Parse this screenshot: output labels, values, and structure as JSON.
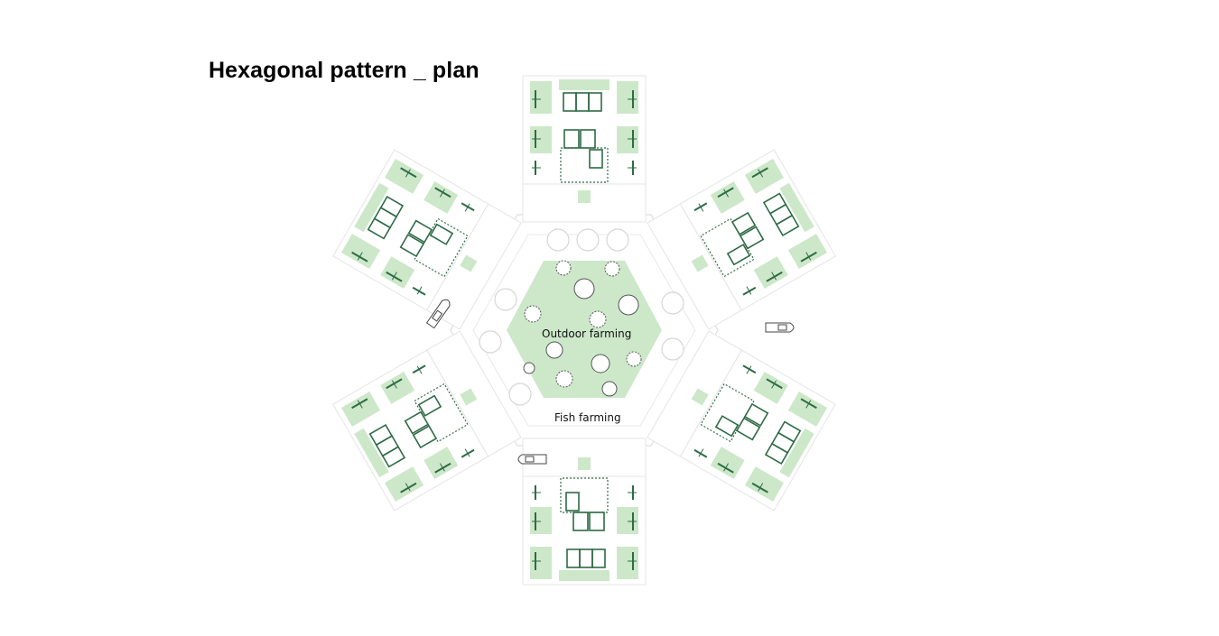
{
  "title": "Hexagonal pattern _ plan",
  "labels": {
    "center": "Outdoor farming",
    "water": "Fish farming"
  },
  "colors": {
    "green_fill": "#cce8c9",
    "wall": "#2e6b45",
    "outline": "#dddddd",
    "tree_outline": "#555555"
  },
  "modules": [
    "north",
    "north-east",
    "south-east",
    "south",
    "south-west",
    "north-west"
  ]
}
